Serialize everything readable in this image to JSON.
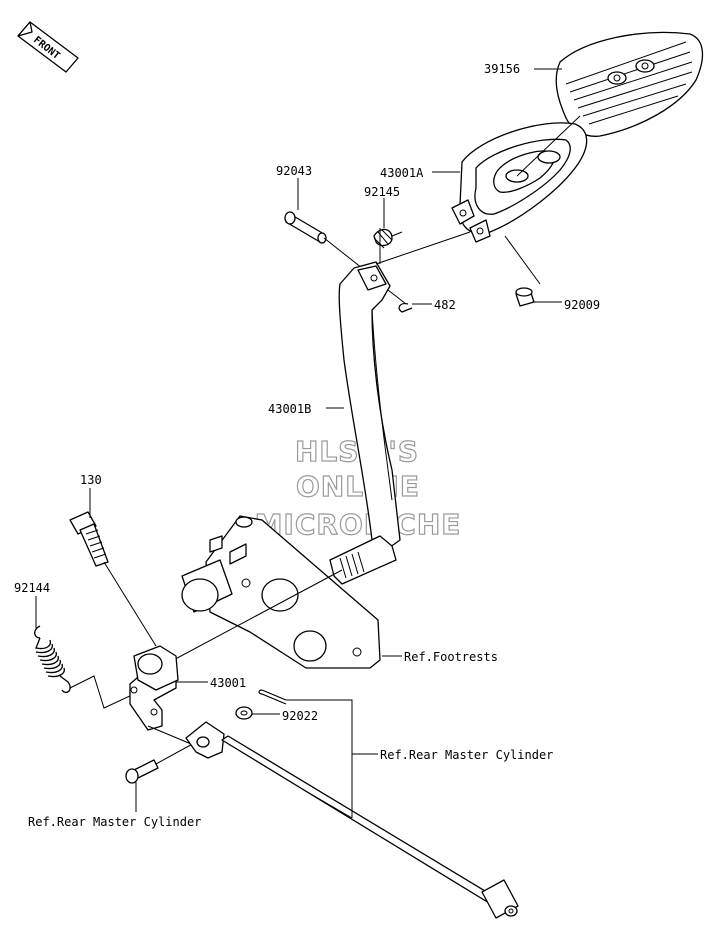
{
  "front_badge": "FRONT",
  "watermark": {
    "line1": "HLSM'S",
    "line2": "ONLINE",
    "line3": "MICROFICHE"
  },
  "callouts": {
    "pedal_rubber": "39156",
    "pin": "92043",
    "pedal_pad": "43001A",
    "spring_small": "92145",
    "clip": "482",
    "bolt_pad": "92009",
    "pedal_arm": "43001B",
    "bolt": "130",
    "spring": "92144",
    "lever": "43001",
    "washer": "92022",
    "ref_footrests": "Ref.Footrests",
    "ref_rear_master_cylinder_right": "Ref.Rear Master Cylinder",
    "ref_rear_master_cylinder_left": "Ref.Rear Master Cylinder"
  }
}
